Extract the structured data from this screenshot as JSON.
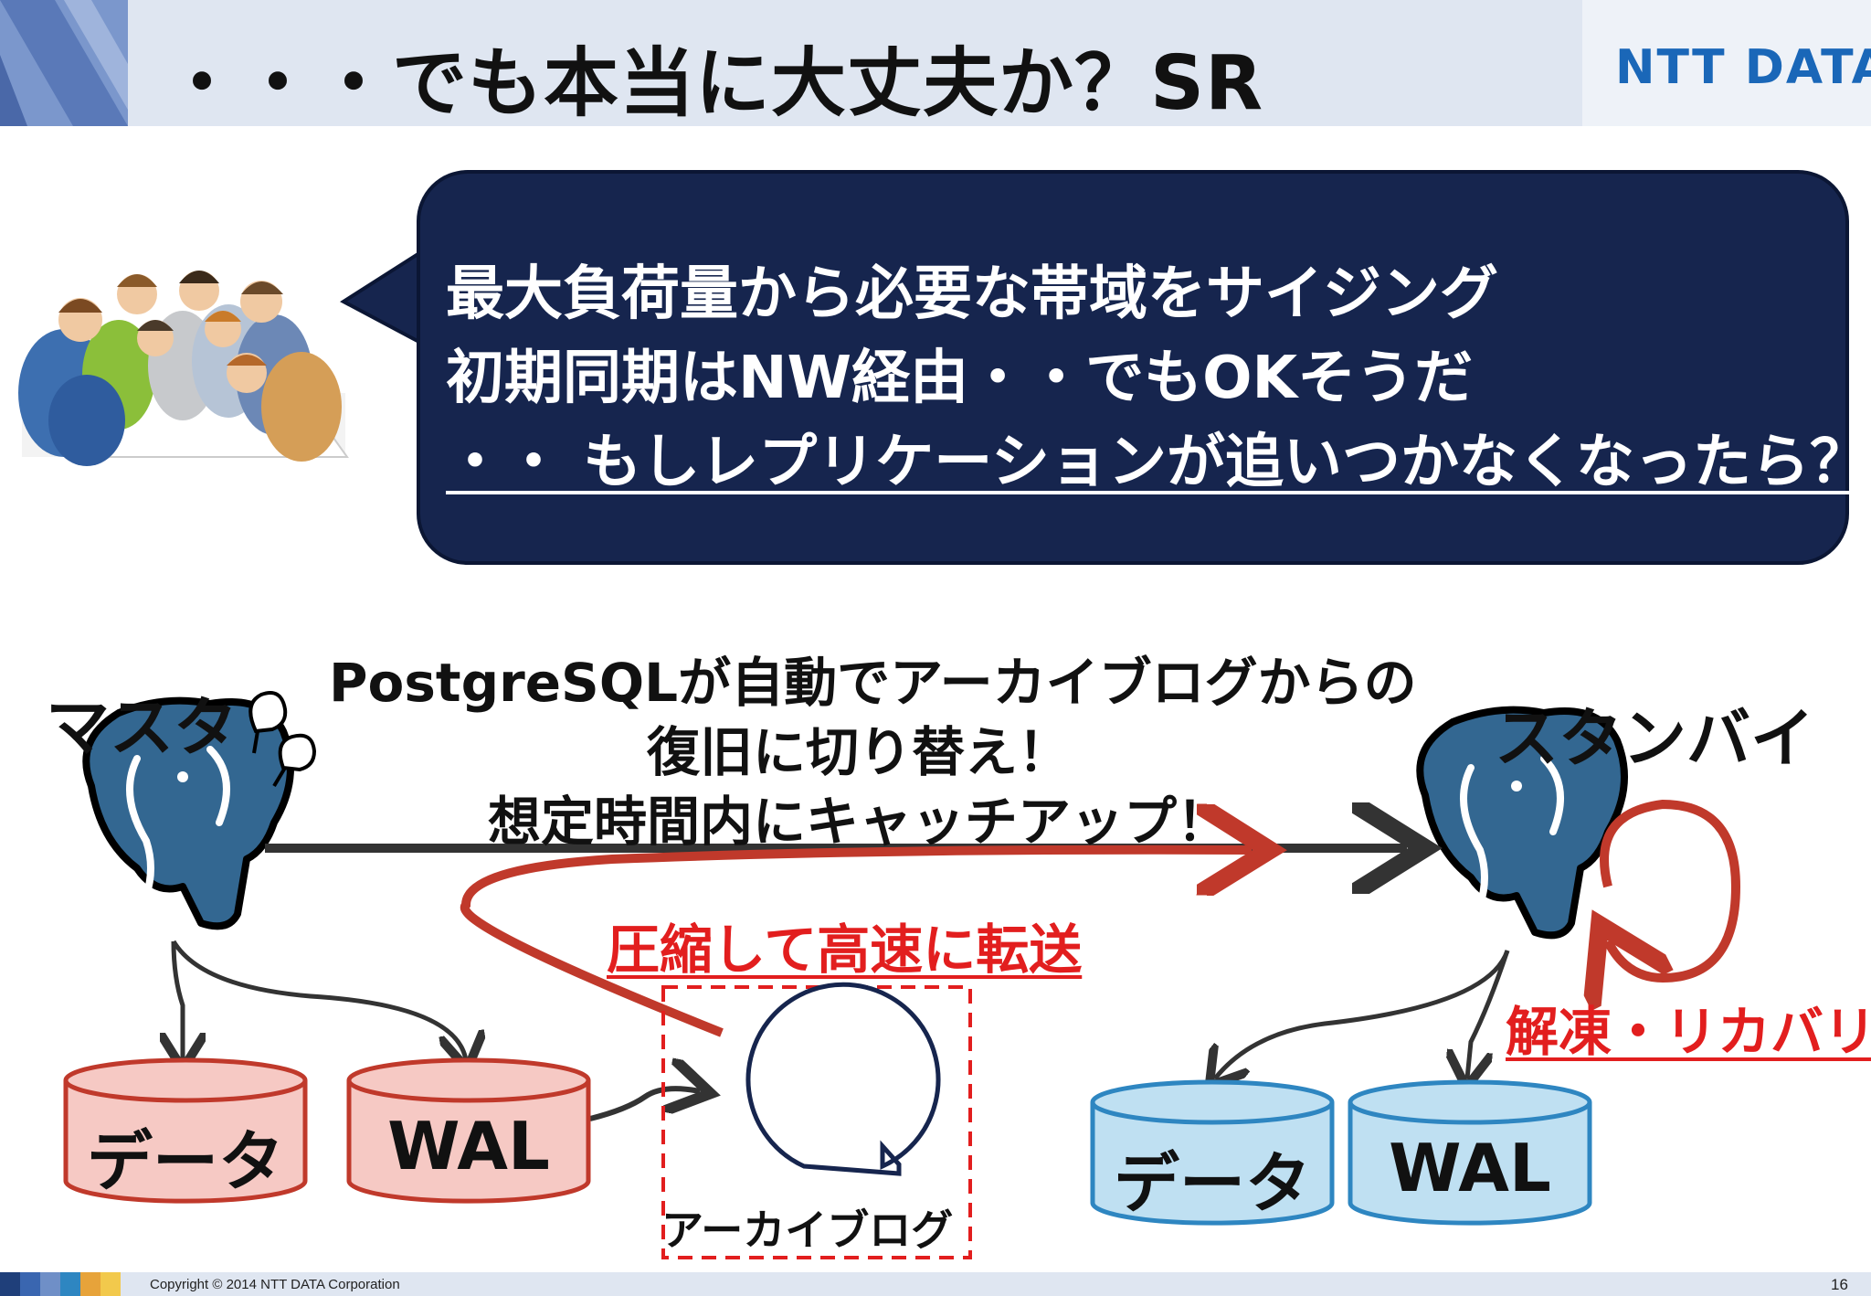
{
  "header": {
    "title": "・・・でも本当に大丈夫か？SR",
    "logo_text": "NTT DATA"
  },
  "bubble": {
    "line1": "最大負荷量から必要な帯域をサイジング",
    "line2": "初期同期はNW経由・・でもOKそうだ",
    "line3": "・・ もしレプリケーションが追いつかなくなったら？"
  },
  "diagram": {
    "master_label": "マスタ",
    "standby_label": "スタンバイ",
    "message_line1": "PostgreSQLが自動でアーカイブログからの",
    "message_line2": "復旧に切り替え！",
    "message_line3": "想定時間内にキャッチアップ！",
    "compress_label": "圧縮して高速に転送",
    "recovery_label": "解凍・リカバリ",
    "master_data_label": "データ",
    "master_wal_label": "WAL",
    "standby_data_label": "データ",
    "standby_wal_label": "WAL",
    "archive_label": "アーカイブログ"
  },
  "colors": {
    "bubble_bg": "#16254e",
    "red_accent": "#c0392b",
    "red_text": "#e21e1e",
    "master_db_fill": "#f6c9c4",
    "standby_db_fill": "#bfe0f2",
    "elephant_blue": "#336791"
  },
  "footer": {
    "copyright": "Copyright © 2014 NTT DATA Corporation",
    "page_number": "16"
  }
}
